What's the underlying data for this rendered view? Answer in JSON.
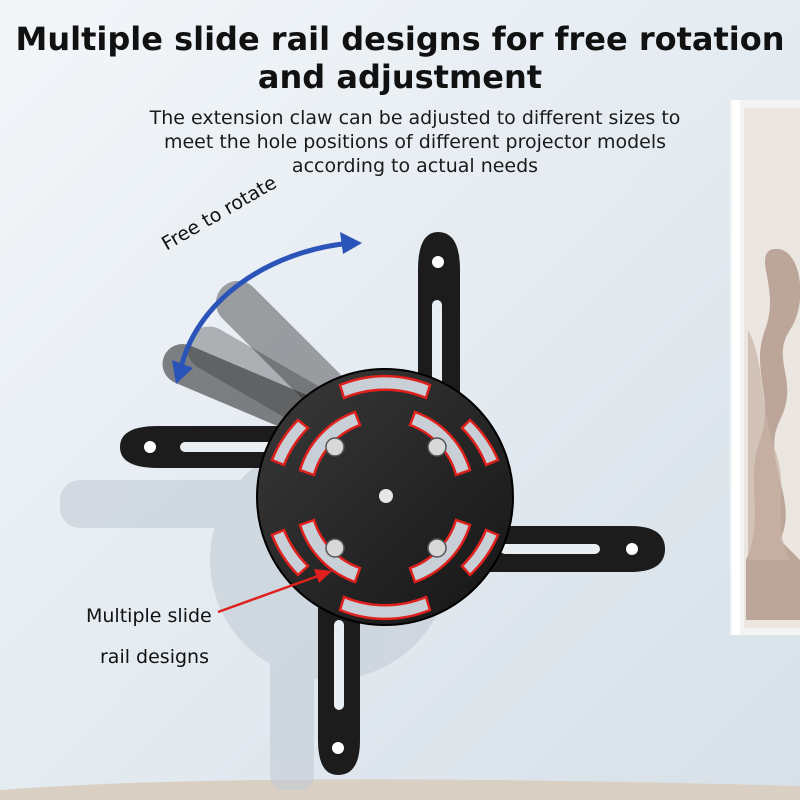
{
  "heading": {
    "line1": "Multiple slide rail designs for free rotation",
    "line2": "and adjustment"
  },
  "description": {
    "line1": "The extension claw can be adjusted to different sizes to",
    "line2": "meet the hole positions of different projector models",
    "line3": "according to actual needs"
  },
  "annotations": {
    "rotate": "Free to rotate",
    "slide_line1": "Multiple slide",
    "slide_line2": "rail designs"
  },
  "colors": {
    "accent_arrow": "#2b54b8",
    "highlight": "#e0201c",
    "bracket": "#1c1c1c"
  }
}
